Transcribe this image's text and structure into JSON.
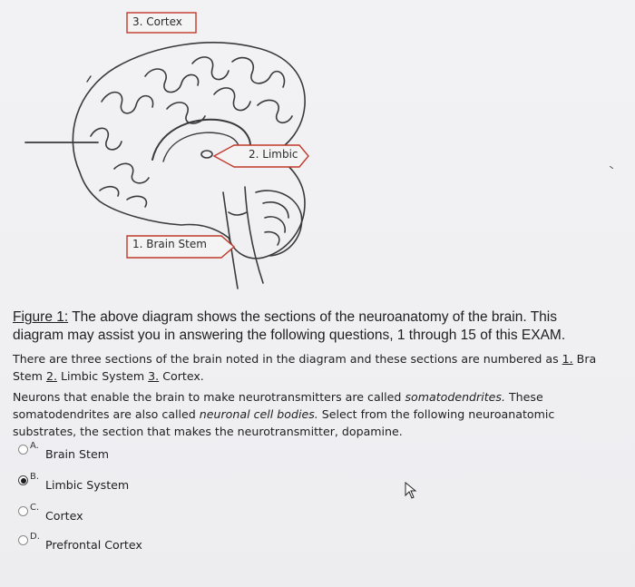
{
  "figure": {
    "labels": {
      "cortex": "3. Cortex",
      "limbic": "2. Limbic",
      "brain_stem": "1. Brain Stem"
    }
  },
  "caption": {
    "figure_ref": "Figure 1:",
    "line1_rest": " The above diagram shows the sections of the neuroanatomy of the brain.  This",
    "line2": "diagram may assist you in answering the following questions, 1 through 15 of this EXAM."
  },
  "sections_text": {
    "line1_prefix": "There are three sections of the brain noted in the diagram and these sections are numbered as ",
    "num1": "1.",
    "line1_end": " Bra",
    "line2_start": "Stem  ",
    "num2": "2.",
    "limbic": " Limbic System  ",
    "num3": "3.",
    "cortex": " Cortex."
  },
  "question": {
    "l1_prefix": "Neurons that enable the brain to make neurotransmitters are called ",
    "l1_term": "somatodendrites.",
    "l1_suffix": " These",
    "l2_prefix": "somatodendrites are also called ",
    "l2_term": "neuronal cell bodies.",
    "l2_suffix": " Select from the following neuroanatomic",
    "l3": "substrates, the section that makes the neurotransmitter, dopamine."
  },
  "options": [
    {
      "letter": "A.",
      "text": "Brain Stem",
      "selected": false
    },
    {
      "letter": "B.",
      "text": "Limbic System",
      "selected": true
    },
    {
      "letter": "C.",
      "text": "Cortex",
      "selected": false
    },
    {
      "letter": "D.",
      "text": "Prefrontal Cortex",
      "selected": false
    }
  ]
}
